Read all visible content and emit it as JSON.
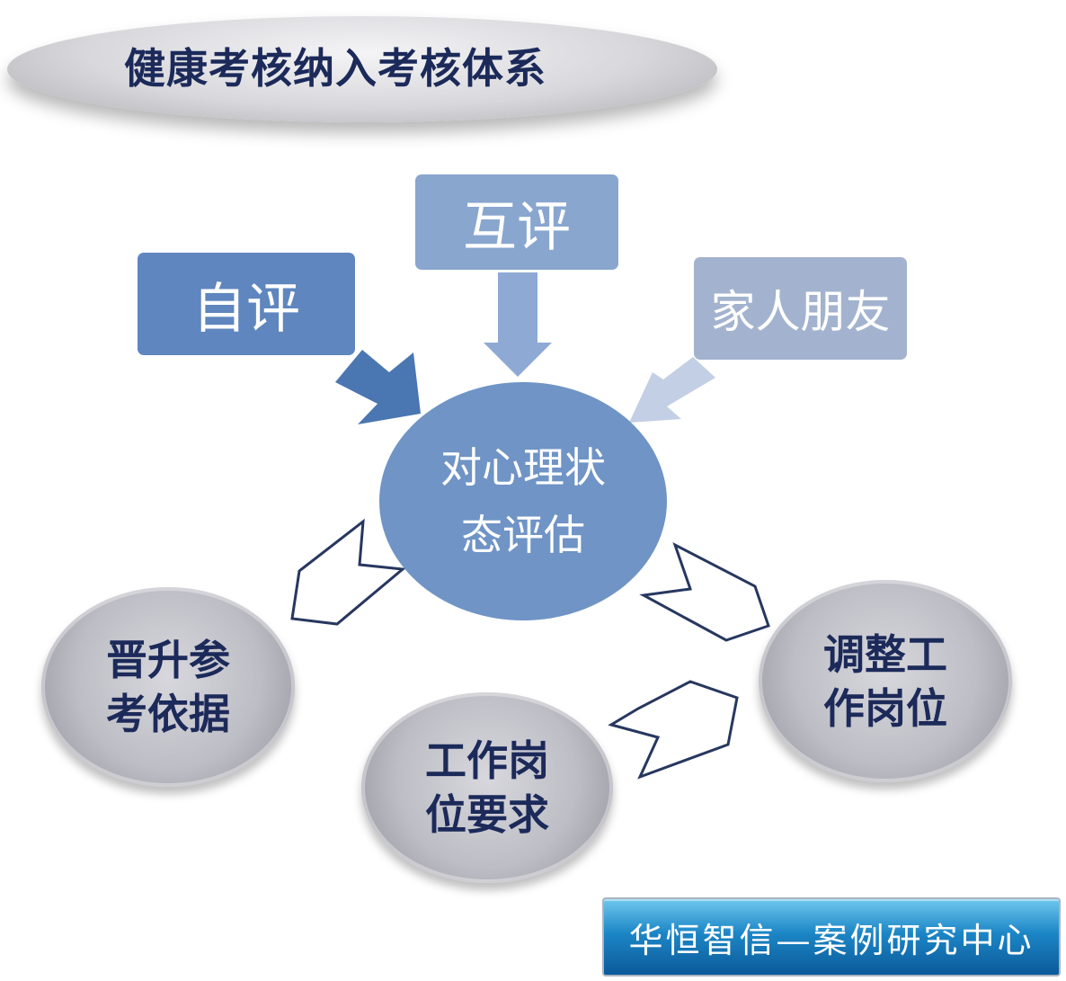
{
  "title": "健康考核纳入考核体系",
  "sources": {
    "self": "自评",
    "peer": "互评",
    "family": "家人朋友"
  },
  "center": {
    "line1": "对心理状",
    "line2": "态评估"
  },
  "outcomes": {
    "promotion": {
      "line1": "晋升参",
      "line2": "考依据"
    },
    "requirement": {
      "line1": "工作岗",
      "line2": "位要求"
    },
    "adjust": {
      "line1": "调整工",
      "line2": "作岗位"
    }
  },
  "footer": "华恒智信—案例研究中心",
  "colors": {
    "self_box": "#5f86be",
    "peer_box": "#89a6cf",
    "family_box": "#a3b3cf",
    "center_circle": "#6f94c5",
    "text_dark": "#1c2a5a"
  }
}
